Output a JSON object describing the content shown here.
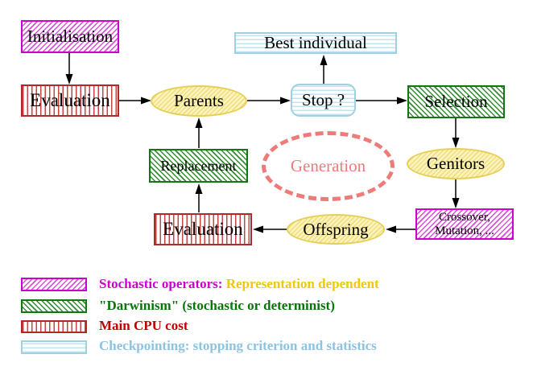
{
  "diagram": {
    "title_hint": "Evolutionary algorithm generation loop",
    "nodes": {
      "initialisation": {
        "label": "Initialisation"
      },
      "evaluation_top": {
        "label": "Evaluation"
      },
      "best_individual": {
        "label": "Best individual"
      },
      "parents": {
        "label": "Parents"
      },
      "stop": {
        "label": "Stop ?"
      },
      "selection": {
        "label": "Selection"
      },
      "replacement": {
        "label": "Replacement"
      },
      "generation": {
        "label": "Generation"
      },
      "genitors": {
        "label": "Genitors"
      },
      "crossover": {
        "line1": "Crossover,",
        "line2": "Mutation, ..."
      },
      "offspring": {
        "label": "Offspring"
      },
      "evaluation_bottom": {
        "label": "Evaluation"
      }
    },
    "edges": [
      "Initialisation -> Evaluation",
      "Evaluation -> Parents",
      "Parents -> Stop ?",
      "Stop ? -> Best individual",
      "Stop ? -> Selection",
      "Selection -> Genitors",
      "Genitors -> Crossover, Mutation, ...",
      "Crossover, Mutation, ... -> Offspring",
      "Offspring -> Evaluation",
      "Evaluation -> Replacement",
      "Replacement -> Parents"
    ],
    "legend": {
      "rows": [
        {
          "label": "Stochastic operators:",
          "suffix": "Representation dependent",
          "pattern": "magenta-diagonal-hatch"
        },
        {
          "label": "\"Darwinism\" (stochastic or determinist)",
          "pattern": "green-diagonal-hatch"
        },
        {
          "label": "Main CPU cost",
          "pattern": "red-vertical-stripes"
        },
        {
          "label": "Checkpointing: stopping criterion and statistics",
          "pattern": "cyan-horizontal-stripes"
        }
      ]
    },
    "colors": {
      "stochastic_magenta": "#cc00cc",
      "darwinism_green": "#117711",
      "cpu_red": "#b02828",
      "checkpoint_blue": "#9fd0e0",
      "operand_yellow_border": "#e6cf58",
      "generation_salmon": "#ee7a7a",
      "legend_yellow_text": "#f0c808",
      "legend_green_text": "#067506",
      "legend_red_text": "#c00000",
      "legend_blue_text": "#8ac4e4"
    }
  }
}
